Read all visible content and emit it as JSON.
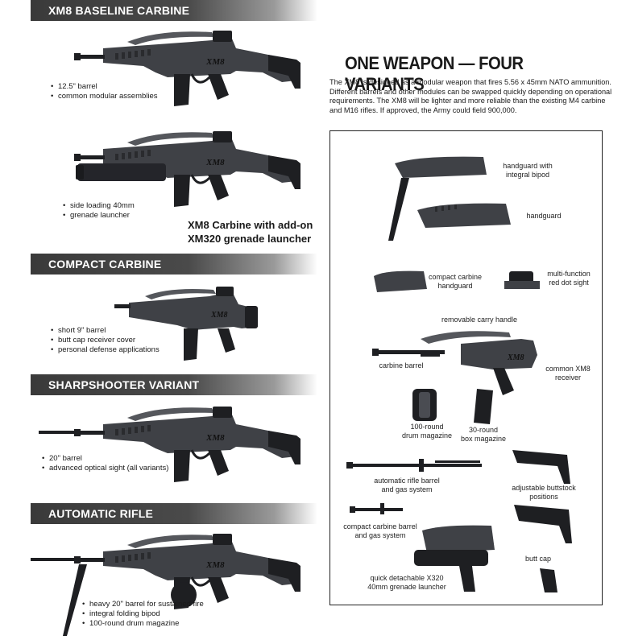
{
  "sections": {
    "baseline": {
      "title": "XM8 BASELINE CARBINE",
      "notes": [
        "12.5\" barrel",
        "common modular assemblies"
      ]
    },
    "grenade": {
      "notes": [
        "side loading 40mm",
        "grenade launcher"
      ],
      "caption_line1": "XM8 Carbine with add-on",
      "caption_line2": "XM320 grenade launcher"
    },
    "compact": {
      "title": "COMPACT CARBINE",
      "notes": [
        "short 9\" barrel",
        "butt cap receiver cover",
        "personal defense applications"
      ]
    },
    "sharpshooter": {
      "title": "SHARPSHOOTER VARIANT",
      "notes": [
        "20\" barrel",
        "advanced optical sight (all variants)"
      ]
    },
    "auto": {
      "title": "AUTOMATIC RIFLE",
      "notes": [
        "heavy 20\" barrel for sustained fire",
        "integral folding bipod",
        "100-round drum magazine"
      ]
    }
  },
  "headline": "ONE WEAPON — FOUR VARIANTS",
  "intro": "The XM8 is designed as a modular weapon that fires 5.56 x 45mm NATO ammunition. Different barrels and other modules can be swapped quickly depending on operational requirements. The XM8 will be lighter and more reliable than the existing M4 carbine and M16 rifles. If approved, the Army could field 900,000.",
  "gun_marking": "XM8",
  "parts": {
    "handguard_bipod": [
      "handguard with",
      "integral bipod"
    ],
    "handguard": [
      "handguard"
    ],
    "compact_handguard": [
      "compact carbine",
      "handguard"
    ],
    "red_dot": [
      "multi-function",
      "red dot sight"
    ],
    "carry_handle": [
      "removable carry handle"
    ],
    "carbine_barrel": [
      "carbine barrel"
    ],
    "receiver": [
      "common XM8",
      "receiver"
    ],
    "drum_mag": [
      "100-round",
      "drum magazine"
    ],
    "box_mag": [
      "30-round",
      "box magazine"
    ],
    "rifle_barrel": [
      "automatic rifle barrel",
      "and gas system"
    ],
    "buttstock": [
      "adjustable buttstock",
      "positions"
    ],
    "compact_barrel": [
      "compact carbine barrel",
      "and gas system"
    ],
    "butt_cap": [
      "butt cap"
    ],
    "x320": [
      "quick detachable X320",
      "40mm grenade launcher"
    ]
  }
}
